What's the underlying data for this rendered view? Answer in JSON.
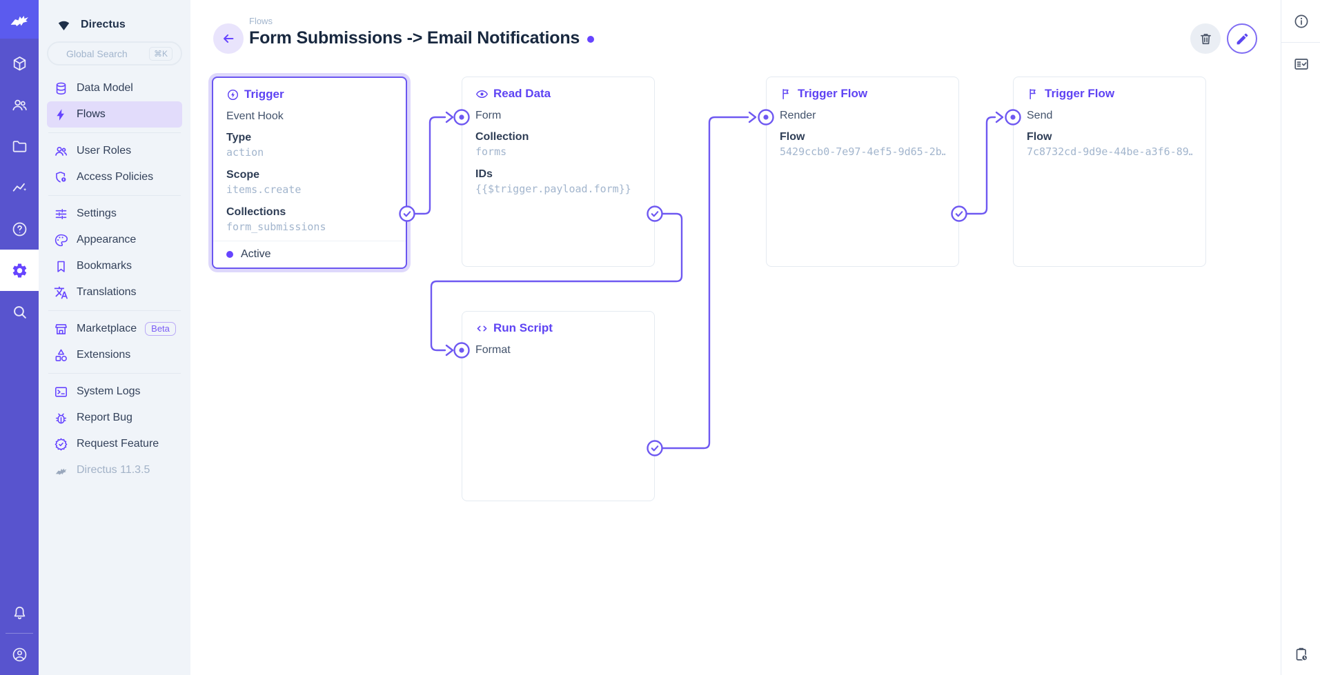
{
  "app": {
    "project_name": "Directus",
    "version_label": "Directus 11.3.5"
  },
  "module_bar": {
    "icons": [
      "directus-rabbit-logo",
      "box-3d",
      "people",
      "folder",
      "insights",
      "help",
      "settings-gear",
      "search",
      "bell",
      "user-circle"
    ],
    "active_module": "settings"
  },
  "nav": {
    "search": {
      "placeholder": "Global Search",
      "shortcut": "⌘K"
    },
    "sections": [
      {
        "items": [
          {
            "label": "Data Model",
            "icon": "database"
          },
          {
            "label": "Flows",
            "icon": "bolt",
            "active": true
          }
        ]
      },
      {
        "items": [
          {
            "label": "User Roles",
            "icon": "people"
          },
          {
            "label": "Access Policies",
            "icon": "shield-lock"
          }
        ]
      },
      {
        "items": [
          {
            "label": "Settings",
            "icon": "tune-sliders"
          },
          {
            "label": "Appearance",
            "icon": "palette"
          },
          {
            "label": "Bookmarks",
            "icon": "bookmark"
          },
          {
            "label": "Translations",
            "icon": "translate"
          }
        ]
      },
      {
        "items": [
          {
            "label": "Marketplace",
            "icon": "storefront",
            "badge": "Beta"
          },
          {
            "label": "Extensions",
            "icon": "shapes"
          }
        ]
      },
      {
        "items": [
          {
            "label": "System Logs",
            "icon": "terminal"
          },
          {
            "label": "Report Bug",
            "icon": "bug"
          },
          {
            "label": "Request Feature",
            "icon": "seal-check"
          }
        ]
      }
    ]
  },
  "header": {
    "breadcrumb": "Flows",
    "title": "Form Submissions -> Email Notifications",
    "status_dot": "active"
  },
  "flow": {
    "panels": [
      {
        "id": "trigger",
        "type_label": "Trigger",
        "icon": "bolt-circle",
        "subtitle": "Event Hook",
        "selected": true,
        "status": "Active",
        "fields": [
          {
            "label": "Type",
            "value": "action"
          },
          {
            "label": "Scope",
            "value": "items.create"
          },
          {
            "label": "Collections",
            "value": "form_submissions"
          }
        ]
      },
      {
        "id": "read-data",
        "type_label": "Read Data",
        "icon": "eye",
        "name": "Form",
        "fields": [
          {
            "label": "Collection",
            "value": "forms"
          },
          {
            "label": "IDs",
            "value": "{{$trigger.payload.form}}"
          }
        ]
      },
      {
        "id": "trigger-flow-render",
        "type_label": "Trigger Flow",
        "icon": "flag",
        "name": "Render",
        "fields": [
          {
            "label": "Flow",
            "value": "5429ccb0-7e97-4ef5-9d65-2b…"
          }
        ]
      },
      {
        "id": "trigger-flow-send",
        "type_label": "Trigger Flow",
        "icon": "flag",
        "name": "Send",
        "fields": [
          {
            "label": "Flow",
            "value": "7c8732cd-9d9e-44be-a3f6-89…"
          }
        ]
      },
      {
        "id": "run-script",
        "type_label": "Run Script",
        "icon": "code",
        "name": "Format",
        "fields": []
      }
    ]
  },
  "right_bar": {
    "icons": [
      "info",
      "fact-check",
      "clipboard-clock"
    ]
  },
  "colors": {
    "accent": "#6644FF",
    "module_bar_bg": "#5854CE",
    "logo_bg": "#5B5BEE",
    "nav_bg": "#F0F4F9",
    "wire": "#6E58F1",
    "subdued_text": "#A2B5CD",
    "title_text": "#18283F"
  }
}
